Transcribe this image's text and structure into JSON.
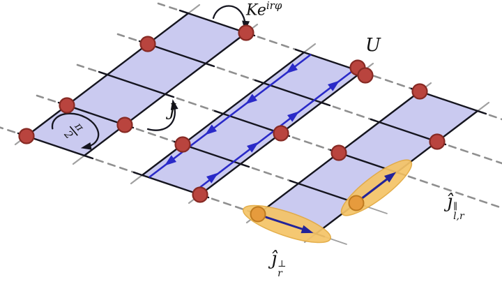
{
  "figure": {
    "title": "Array of coupled two-leg flux ladders",
    "labels": {
      "inter_ladder_coupling": {
        "base": "Ke",
        "sup": "irφ"
      },
      "interaction": "U",
      "intra_ladder_coupling": "J",
      "flux_numerator": "π",
      "flux_denominator": "2",
      "rung_current": {
        "base": "ĵ",
        "sup": "⊥",
        "sub": "r"
      },
      "leg_current": {
        "base": "ĵ",
        "sup": "∥",
        "sub": "l,r"
      }
    },
    "colors": {
      "plaquette": "#cacaf0",
      "line": "#15151f",
      "dash": "#8f8f8f",
      "stub": "#a0a0a0",
      "site": "#b9443e",
      "site_stroke": "#872a24",
      "orange_site": "#e69b3d",
      "orange_site_stroke": "#bf7a1f",
      "ellipse": "#f5c468",
      "ellipse_stroke": "#e3a93f",
      "current": "#2a2ac8",
      "navy": "#23239a",
      "text": "#111111"
    },
    "lattice": {
      "ladders": 3,
      "legs_per_ladder": 2,
      "plaquettes_per_ladder": 4,
      "red_site_count": 13,
      "orange_site_count": 2
    }
  }
}
